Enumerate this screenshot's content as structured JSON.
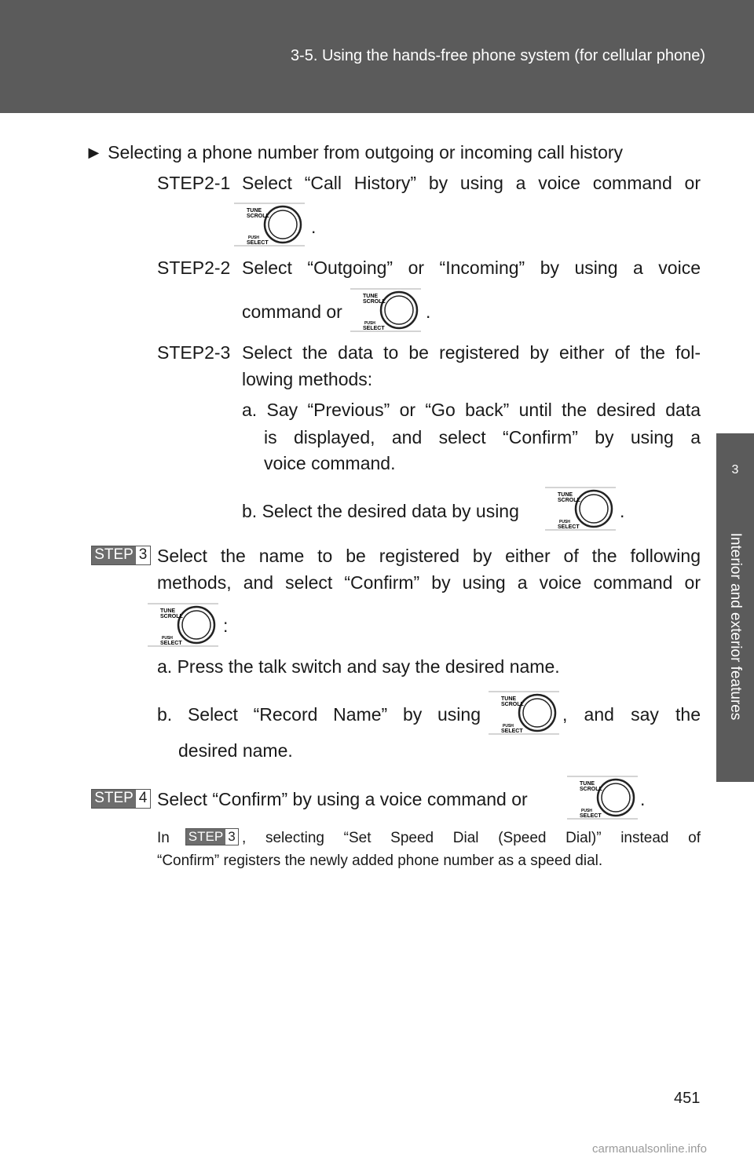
{
  "header": {
    "title": "3-5. Using the hands-free phone system (for cellular phone)"
  },
  "side_tab": {
    "chapter_number": "3",
    "label": "Interior and exterior features"
  },
  "knob": {
    "top_label": "TUNE",
    "top_label2": "SCROLL",
    "bottom_label": "PUSH",
    "bottom_label2": "SELECT"
  },
  "section": {
    "heading": "► Selecting a phone number from outgoing or incoming call history"
  },
  "step2_1": {
    "label": "STEP2-1",
    "line1": "Select “Call History” by using a voice command or",
    "end": "."
  },
  "step2_2": {
    "label": "STEP2-2",
    "line1": "Select “Outgoing” or “Incoming” by using a voice",
    "line2": "command or",
    "end": "."
  },
  "step2_3": {
    "label": "STEP2-3",
    "line1": "Select the data to be registered by either of the fol-",
    "line2": "lowing methods:",
    "a_line1": "a. Say “Previous” or “Go back” until the desired data",
    "a_line2": "is displayed, and select “Confirm” by using a",
    "a_line3": "voice command.",
    "b_text": "b. Select the desired data by using",
    "b_end": "."
  },
  "step3": {
    "badge_label": "STEP",
    "badge_number": "3",
    "line1": "Select the name to be registered by either of the following",
    "line2": "methods, and select “Confirm” by using a voice command or",
    "colon": ":",
    "a_text": "a. Press the talk switch and say the desired name.",
    "b_text": "b. Select “Record Name” by using",
    "b_mid": ", and say the",
    "b_line2": "desired name."
  },
  "step4": {
    "badge_label": "STEP",
    "badge_number": "4",
    "text": "Select “Confirm” by using a voice command or",
    "end": "."
  },
  "note": {
    "prefix": "In",
    "badge_label": "STEP",
    "badge_number": "3",
    "line1_rest": ", selecting “Set Speed Dial (Speed Dial)” instead of",
    "line2": "“Confirm” registers the newly added phone number as a speed dial."
  },
  "page_number": "451",
  "watermark": "carmanualsonline.info"
}
